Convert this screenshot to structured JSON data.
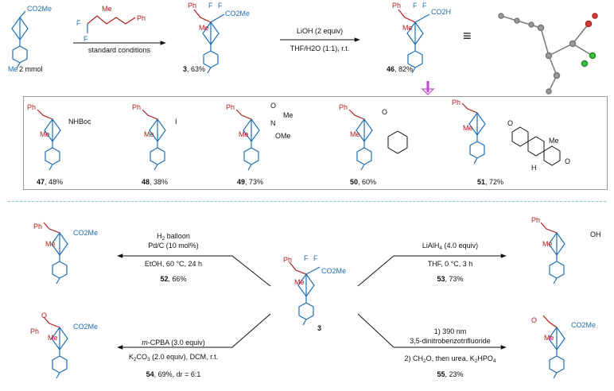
{
  "colors": {
    "molecule": "#1f6fb5",
    "substituent": "#b01e1e",
    "fluorine": "#1f6fb5",
    "arrow_down": "#c04ad0",
    "text": "#111111"
  },
  "top": {
    "start_scale": "2 mmol",
    "start_group": "CO2Me",
    "start_me": "Me",
    "reagent_ph": "Ph",
    "reagent_f1": "F",
    "reagent_f2": "F",
    "reagent_me": "Me",
    "step1_label": "standard conditions",
    "p3_id": "3",
    "p3_yield": ", 63%",
    "step2_reagent": "LiOH (2 equiv)",
    "step2_solvent": "THF/H2O (1:1), r.t.",
    "p46_id": "46",
    "p46_yield": ", 82%",
    "equiv_symbol": "≡"
  },
  "derivatives": [
    {
      "id": "47",
      "yield": ", 48%",
      "group": "NHBoc"
    },
    {
      "id": "48",
      "yield": ", 38%",
      "group": "I"
    },
    {
      "id": "49",
      "yield": ", 73%",
      "group_me": "Me",
      "group_n": "N",
      "group_ome": "OMe",
      "group_o": "O"
    },
    {
      "id": "50",
      "yield": ", 60%",
      "group": "O"
    },
    {
      "id": "51",
      "yield": ", 72%",
      "group": "O"
    }
  ],
  "center": {
    "id": "3",
    "group": "CO2Me"
  },
  "transforms": [
    {
      "pos": "upper-left",
      "line1": "H2 balloon",
      "line2": "Pd/C (10 mol%)",
      "line3": "EtOH, 60 °C, 24 h",
      "id": "52",
      "yield": ", 66%"
    },
    {
      "pos": "upper-right",
      "line1": "LiAlH4 (4.0 equiv)",
      "line2": "THF, 0 °C, 3 h",
      "id": "53",
      "yield": ", 73%"
    },
    {
      "pos": "lower-left",
      "line1_it": "m",
      "line1": "-CPBA (3.0 equiv)",
      "line2": "K2CO3 (2.0 equiv), DCM, r.t.",
      "id": "54",
      "yield": ", 69%, dr = 6:1"
    },
    {
      "pos": "lower-right",
      "line1": "1) 390 nm",
      "line2": "3,5-dinitrobenzotrifluoride",
      "line3": "2) CH2O, then urea, K2HPO4",
      "id": "55",
      "yield": ", 23%"
    }
  ],
  "atom_labels": {
    "F": "F",
    "Ph": "Ph",
    "Me": "Me",
    "O": "O",
    "H": "H",
    "OH": "OH",
    "CO2Me": "CO2Me",
    "CO2H": "CO2H"
  }
}
